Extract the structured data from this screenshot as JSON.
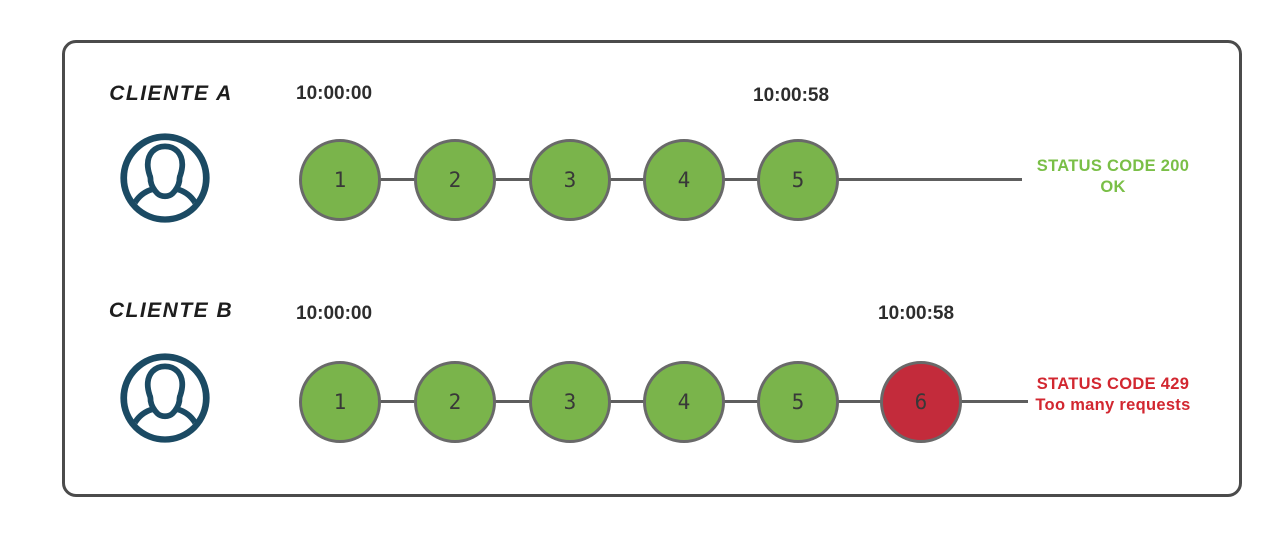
{
  "diagram": {
    "title_hint": "rate limiting comparison of two clients",
    "colors": {
      "ok_circle_fill": "#7ab44b",
      "error_circle_fill": "#c32b3b",
      "ok_status_text": "#7abf47",
      "error_status_text": "#d22730",
      "avatar_stroke": "#1b4a63",
      "circle_stroke": "#696969",
      "frame_border": "#4b4b4b"
    },
    "rows": [
      {
        "client": "CLIENTE A",
        "start_time": "10:00:00",
        "end_time": "10:00:58",
        "requests": [
          {
            "label": "1",
            "state": "ok"
          },
          {
            "label": "2",
            "state": "ok"
          },
          {
            "label": "3",
            "state": "ok"
          },
          {
            "label": "4",
            "state": "ok"
          },
          {
            "label": "5",
            "state": "ok"
          }
        ],
        "status_code_line": "STATUS CODE 200",
        "status_message_line": "OK"
      },
      {
        "client": "CLIENTE B",
        "start_time": "10:00:00",
        "end_time": "10:00:58",
        "requests": [
          {
            "label": "1",
            "state": "ok"
          },
          {
            "label": "2",
            "state": "ok"
          },
          {
            "label": "3",
            "state": "ok"
          },
          {
            "label": "4",
            "state": "ok"
          },
          {
            "label": "5",
            "state": "ok"
          },
          {
            "label": "6",
            "state": "rate-limited"
          }
        ],
        "status_code_line": "STATUS CODE 429",
        "status_message_line": "Too many requests"
      }
    ]
  }
}
